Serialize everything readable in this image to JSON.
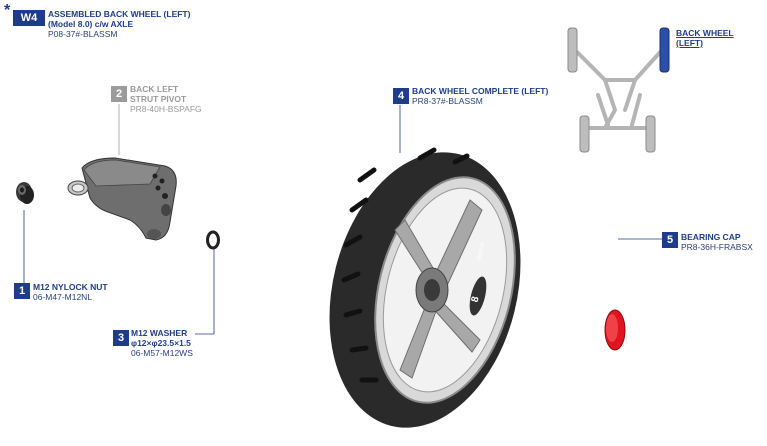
{
  "header": {
    "star": "*",
    "badge": "W4",
    "title_line1": "ASSEMBLED BACK WHEEL (LEFT)",
    "title_line2": "(Model 8.0) c/w AXLE",
    "code": "P08-37#-BLASSM"
  },
  "parts": [
    {
      "num": "1",
      "title": "M12 NYLOCK NUT",
      "sub": "",
      "code": "06-M47-M12NL"
    },
    {
      "num": "2",
      "title": "BACK LEFT",
      "sub": "STRUT PIVOT",
      "code": "PR8-40H-BSPAFG"
    },
    {
      "num": "3",
      "title": "M12 WASHER",
      "sub": "φ12×φ23.5×1.5",
      "code": "06-M57-M12WS"
    },
    {
      "num": "4",
      "title": "BACK WHEEL COMPLETE (LEFT)",
      "sub": "",
      "code": "PR8-37#-BLASSM"
    },
    {
      "num": "5",
      "title": "BEARING CAP",
      "sub": "",
      "code": "PR8-36H-FRABSX"
    }
  ],
  "locator": {
    "line1": "BACK WHEEL",
    "line2": "(LEFT)"
  },
  "wheel_logo": {
    "num": "8",
    "text": "ebgear"
  },
  "colors": {
    "badge_blue": "#1f3c8a",
    "badge_grey": "#9b9b9b",
    "cap_red": "#e0141e",
    "highlight_blue": "#2c4fa8"
  }
}
